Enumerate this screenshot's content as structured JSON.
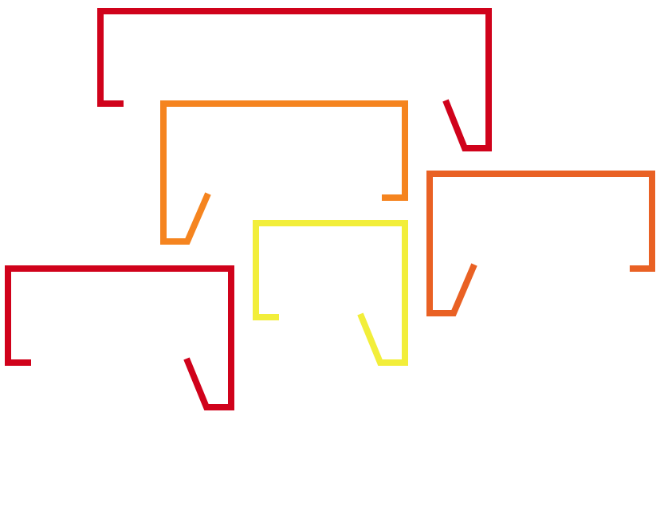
{
  "shapes": [
    {
      "id": "bracket-red-top",
      "color": "#d0021b"
    },
    {
      "id": "bracket-orange-middle",
      "color": "#f5841f"
    },
    {
      "id": "bracket-orange-right",
      "color": "#e96124"
    },
    {
      "id": "bracket-yellow-center",
      "color": "#f2ee3a"
    },
    {
      "id": "bracket-red-bottom-left",
      "color": "#d0021b"
    }
  ]
}
